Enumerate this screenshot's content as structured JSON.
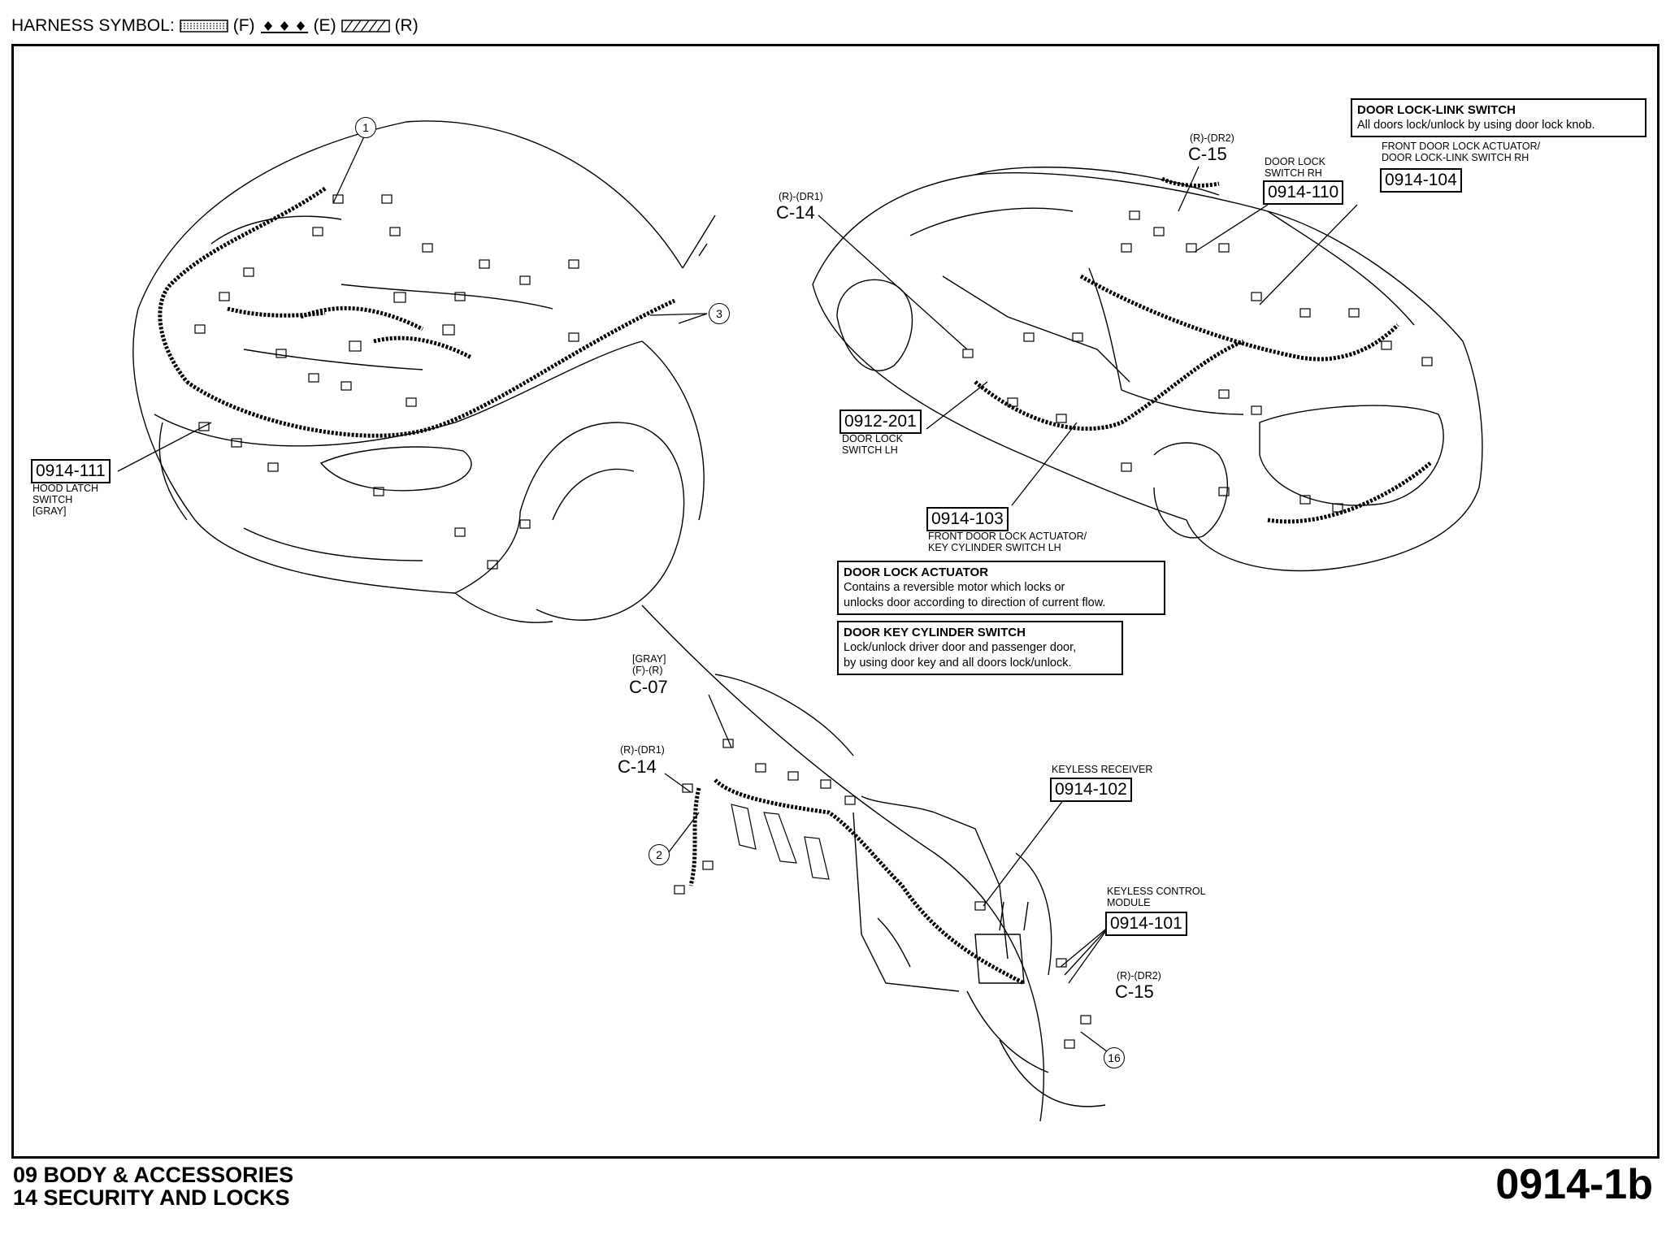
{
  "legend": {
    "prefix": "HARNESS SYMBOL:",
    "items": [
      {
        "label": "(F)",
        "pattern": "dotted-hatch"
      },
      {
        "label": "(E)",
        "pattern": "diamonds"
      },
      {
        "label": "(R)",
        "pattern": "diagonal-hatch"
      }
    ]
  },
  "references": {
    "hood_latch": {
      "code": "0914-111",
      "caption": [
        "HOOD LATCH",
        "SWITCH",
        "[GRAY]"
      ]
    },
    "door_lock_lh": {
      "code": "0912-201",
      "caption": [
        "DOOR LOCK",
        "SWITCH LH"
      ]
    },
    "front_lh": {
      "code": "0914-103",
      "caption": [
        "FRONT DOOR LOCK ACTUATOR/",
        "KEY CYLINDER SWITCH LH"
      ]
    },
    "door_lock_rh": {
      "code": "0914-110",
      "caption": [
        "DOOR LOCK",
        "SWITCH RH"
      ]
    },
    "front_rh": {
      "code": "0914-104",
      "caption": [
        "FRONT DOOR LOCK ACTUATOR/",
        "DOOR LOCK-LINK SWITCH RH"
      ]
    },
    "keyless_receiver": {
      "code": "0914-102",
      "caption": [
        "KEYLESS RECEIVER"
      ]
    },
    "keyless_module": {
      "code": "0914-101",
      "caption": [
        "KEYLESS CONTROL",
        "MODULE"
      ]
    }
  },
  "connectors": {
    "c14_top": {
      "tag": "(R)-(DR1)",
      "id": "C-14"
    },
    "c15_top": {
      "tag": "(R)-(DR2)",
      "id": "C-15"
    },
    "c07": {
      "tag": "[GRAY]",
      "tag2": "(F)-(R)",
      "id": "C-07"
    },
    "c14_bottom": {
      "tag": "(R)-(DR1)",
      "id": "C-14"
    },
    "c15_bottom": {
      "tag": "(R)-(DR2)",
      "id": "C-15"
    }
  },
  "notes": {
    "link_switch": {
      "title": "DOOR LOCK-LINK SWITCH",
      "body": [
        "All doors lock/unlock by using door lock knob."
      ]
    },
    "actuator": {
      "title": "DOOR LOCK ACTUATOR",
      "body": [
        "Contains a reversible motor which locks or",
        "unlocks door according to direction of current flow."
      ]
    },
    "key_cylinder": {
      "title": "DOOR KEY CYLINDER SWITCH",
      "body": [
        "Lock/unlock driver door and passenger door,",
        "by using door key and all doors lock/unlock."
      ]
    }
  },
  "callouts": {
    "c1": "1",
    "c2": "2",
    "c3": "3",
    "c16": "16"
  },
  "footer": {
    "line1": "09  BODY & ACCESSORIES",
    "line2": "14  SECURITY AND LOCKS",
    "page_code": "0914-1b"
  }
}
